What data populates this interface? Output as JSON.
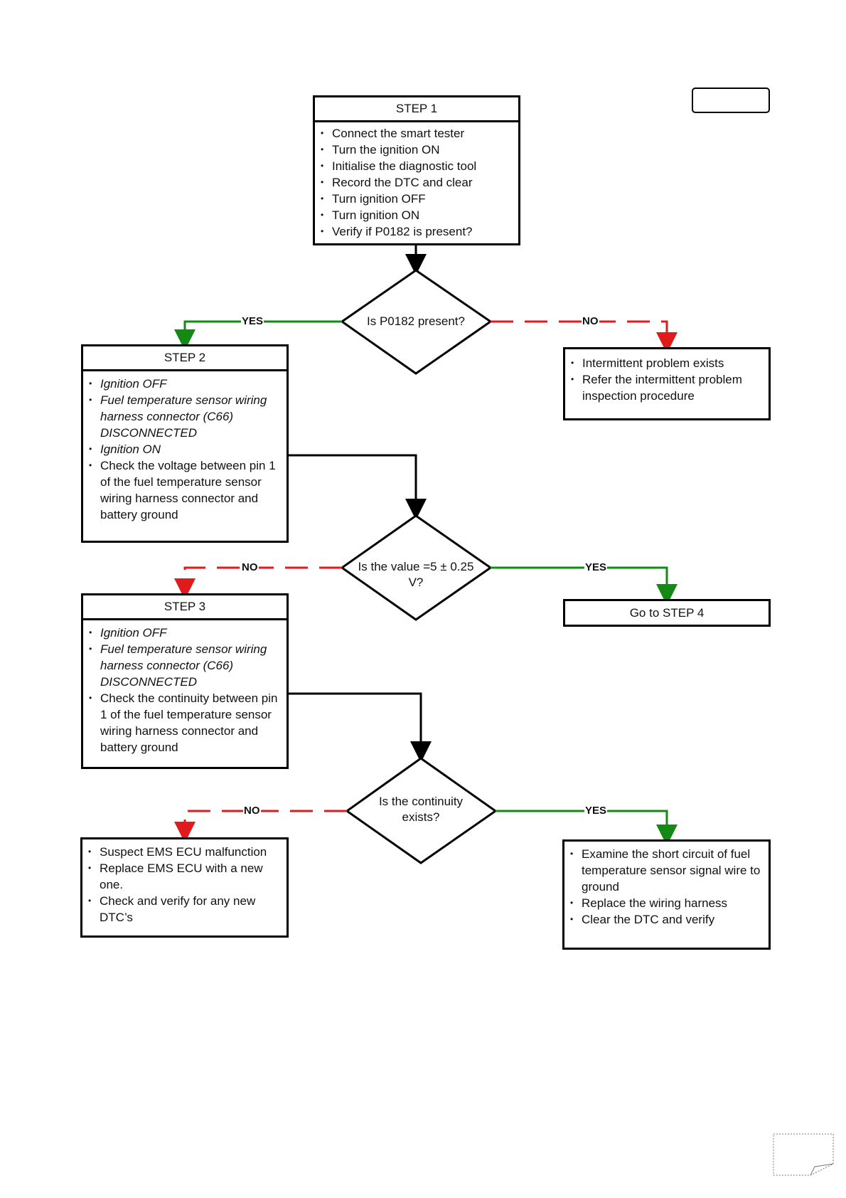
{
  "step1": {
    "title": "STEP 1",
    "items": [
      "Connect the smart tester",
      "Turn the ignition  ON",
      "Initialise the diagnostic tool",
      "Record the DTC and clear",
      "Turn ignition  OFF",
      "Turn ignition ON",
      "Verify if   P0182 is present?"
    ]
  },
  "decision1": {
    "text": "Is  P0182 present?",
    "yes": "YES",
    "no": "NO"
  },
  "intermittent": {
    "items": [
      "Intermittent problem exists",
      "Refer the intermittent problem inspection procedure"
    ]
  },
  "step2": {
    "title": "STEP 2",
    "items": [
      "Ignition OFF",
      "Fuel temperature sensor  wiring harness connector (C66) DISCONNECTED",
      "Ignition ON",
      "Check the voltage between   pin 1 of the  fuel  temperature sensor  wiring   harness connector  and battery ground"
    ]
  },
  "decision2": {
    "line1": "Is the value =5 ± 0.25",
    "line2": "V?",
    "yes": "YES",
    "no": "NO"
  },
  "goto4": {
    "text": "Go to STEP 4"
  },
  "step3": {
    "title": "STEP 3",
    "items": [
      "Ignition OFF",
      "Fuel  temperature sensor  wiring harness connector  (C66) DISCONNECTED",
      "Check the continuity between pin  1 of the  fuel temperature sensor  wiring   harness connector  and battery ground"
    ]
  },
  "decision3": {
    "line1": "Is the continuity",
    "line2": "exists?",
    "yes": "YES",
    "no": "NO"
  },
  "ecu": {
    "items": [
      "Suspect  EMS ECU  malfunction",
      "Replace EMS ECU  with a new one.",
      "Check and verify for any new DTC’s"
    ]
  },
  "shortcircuit": {
    "items": [
      "Examine the  short circuit of fuel  temperature sensor signal wire  to ground",
      "Replace the wiring harness",
      "Clear the DTC and verify"
    ]
  },
  "colors": {
    "yes": "#138a13",
    "no": "#e01b1b",
    "line": "#000000"
  }
}
